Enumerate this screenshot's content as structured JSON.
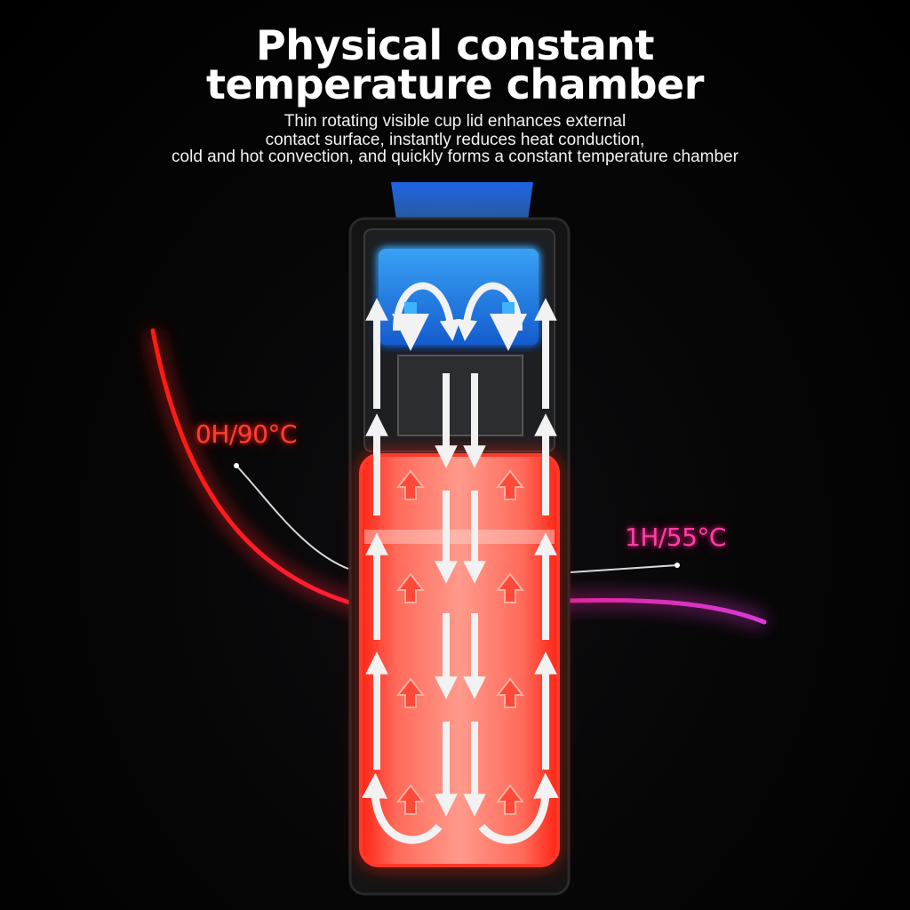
{
  "header": {
    "title_line_1": "Physical constant",
    "title_line_2": "temperature chamber",
    "subtitle_line_1": "Thin rotating visible cup lid enhances external",
    "subtitle_line_2": "contact surface, instantly reduces heat conduction,",
    "subtitle_line_3": "cold and hot convection, and quickly forms a constant temperature chamber"
  },
  "temperature_curve": {
    "start_label": "0H/90°C",
    "end_label": "1H/55°C",
    "hot_color": "#ff2a1a",
    "cool_color": "#e030c0"
  },
  "colors": {
    "background": "#000000",
    "cold_zone": "#2a8cff",
    "hot_zone": "#ff2a1a",
    "arrow": "#f0f0f0"
  }
}
